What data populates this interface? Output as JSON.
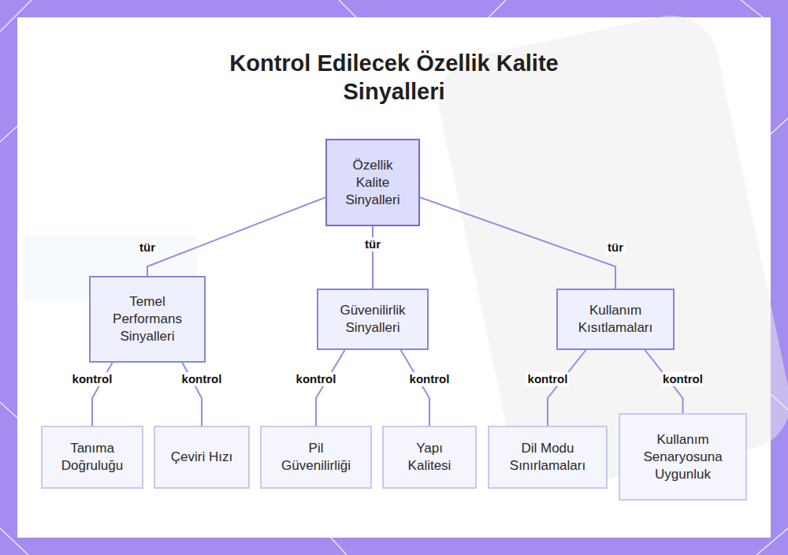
{
  "diagram": {
    "title": "Kontrol Edilecek Özellik Kalite Sinyalleri",
    "nodes": [
      {
        "text": [
          "Özellik Kalite Sinyalleri"
        ]
      },
      {
        "text": [
          "Temel Performans Sinyalleri"
        ]
      },
      {
        "text": [
          "Güvenilirlik Sinyalleri"
        ]
      },
      {
        "text": [
          "Kullanım Kısıtlamaları"
        ]
      },
      {
        "text": [
          "Tanıma Doğruluğu"
        ]
      },
      {
        "text": [
          "Çeviri Hızı"
        ]
      },
      {
        "text": [
          "Pil Güvenilirliği"
        ]
      },
      {
        "text": [
          "Yapı Kalitesi"
        ]
      },
      {
        "text": [
          "Dil Modu Sınırlamaları"
        ]
      },
      {
        "text": [
          "Kullanım Senaryosuna Uygunluk"
        ]
      }
    ],
    "edges": [
      {
        "from": 0,
        "to": 1,
        "label": "tür",
        "arrow": "none"
      },
      {
        "from": 0,
        "to": 2,
        "label": "tür",
        "arrow": "none"
      },
      {
        "from": 0,
        "to": 3,
        "label": "tür",
        "arrow": "none"
      },
      {
        "from": 1,
        "to": 4,
        "label": "kontrol",
        "arrow": "none"
      },
      {
        "from": 1,
        "to": 5,
        "label": "kontrol",
        "arrow": "none"
      },
      {
        "from": 2,
        "to": 6,
        "label": "kontrol",
        "arrow": "none"
      },
      {
        "from": 2,
        "to": 7,
        "label": "kontrol",
        "arrow": "none"
      },
      {
        "from": 3,
        "to": 8,
        "label": "kontrol",
        "arrow": "none"
      },
      {
        "from": 3,
        "to": 9,
        "label": "kontrol",
        "arrow": "none"
      }
    ]
  }
}
